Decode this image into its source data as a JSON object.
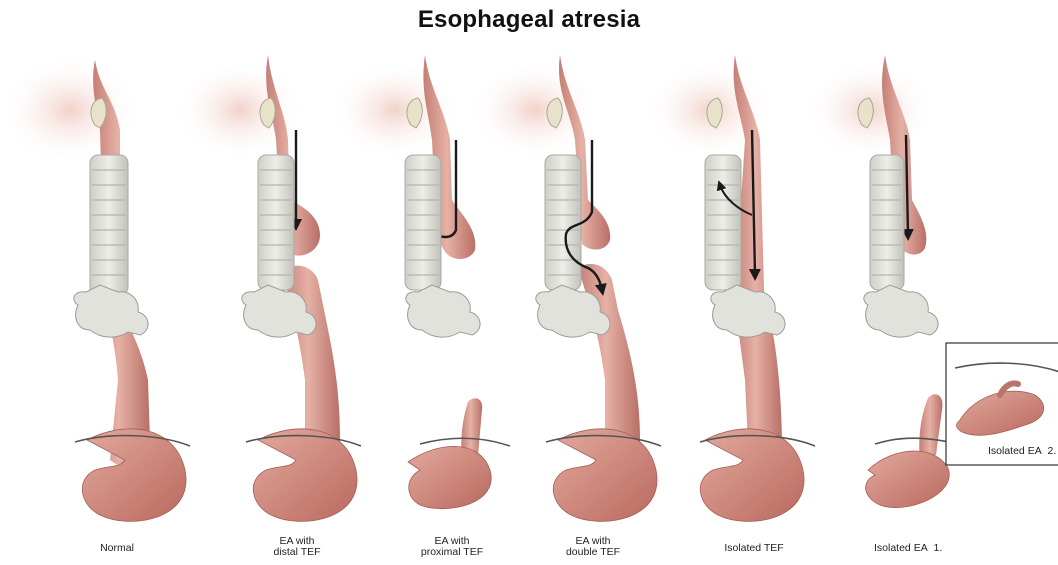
{
  "title": "Esophageal atresia",
  "panels": [
    {
      "caption_lines": [
        "Normal"
      ]
    },
    {
      "caption_lines": [
        "EA with",
        "distal TEF"
      ]
    },
    {
      "caption_lines": [
        "EA with",
        "proximal TEF"
      ]
    },
    {
      "caption_lines": [
        "EA with",
        "double TEF"
      ]
    },
    {
      "caption_lines": [
        "Isolated TEF"
      ]
    },
    {
      "caption_lines": [
        "Isolated EA",
        "1."
      ]
    }
  ],
  "inset": {
    "label": "Isolated EA",
    "number": "2."
  },
  "colors": {
    "esophagus": "#d79a8f",
    "esophagus_dark": "#b9746b",
    "trachea": "#dcdcd6",
    "trachea_edge": "#a9a9a2",
    "arrow": "#1a1a1a",
    "skin_shadow": "#f3d9d2"
  }
}
